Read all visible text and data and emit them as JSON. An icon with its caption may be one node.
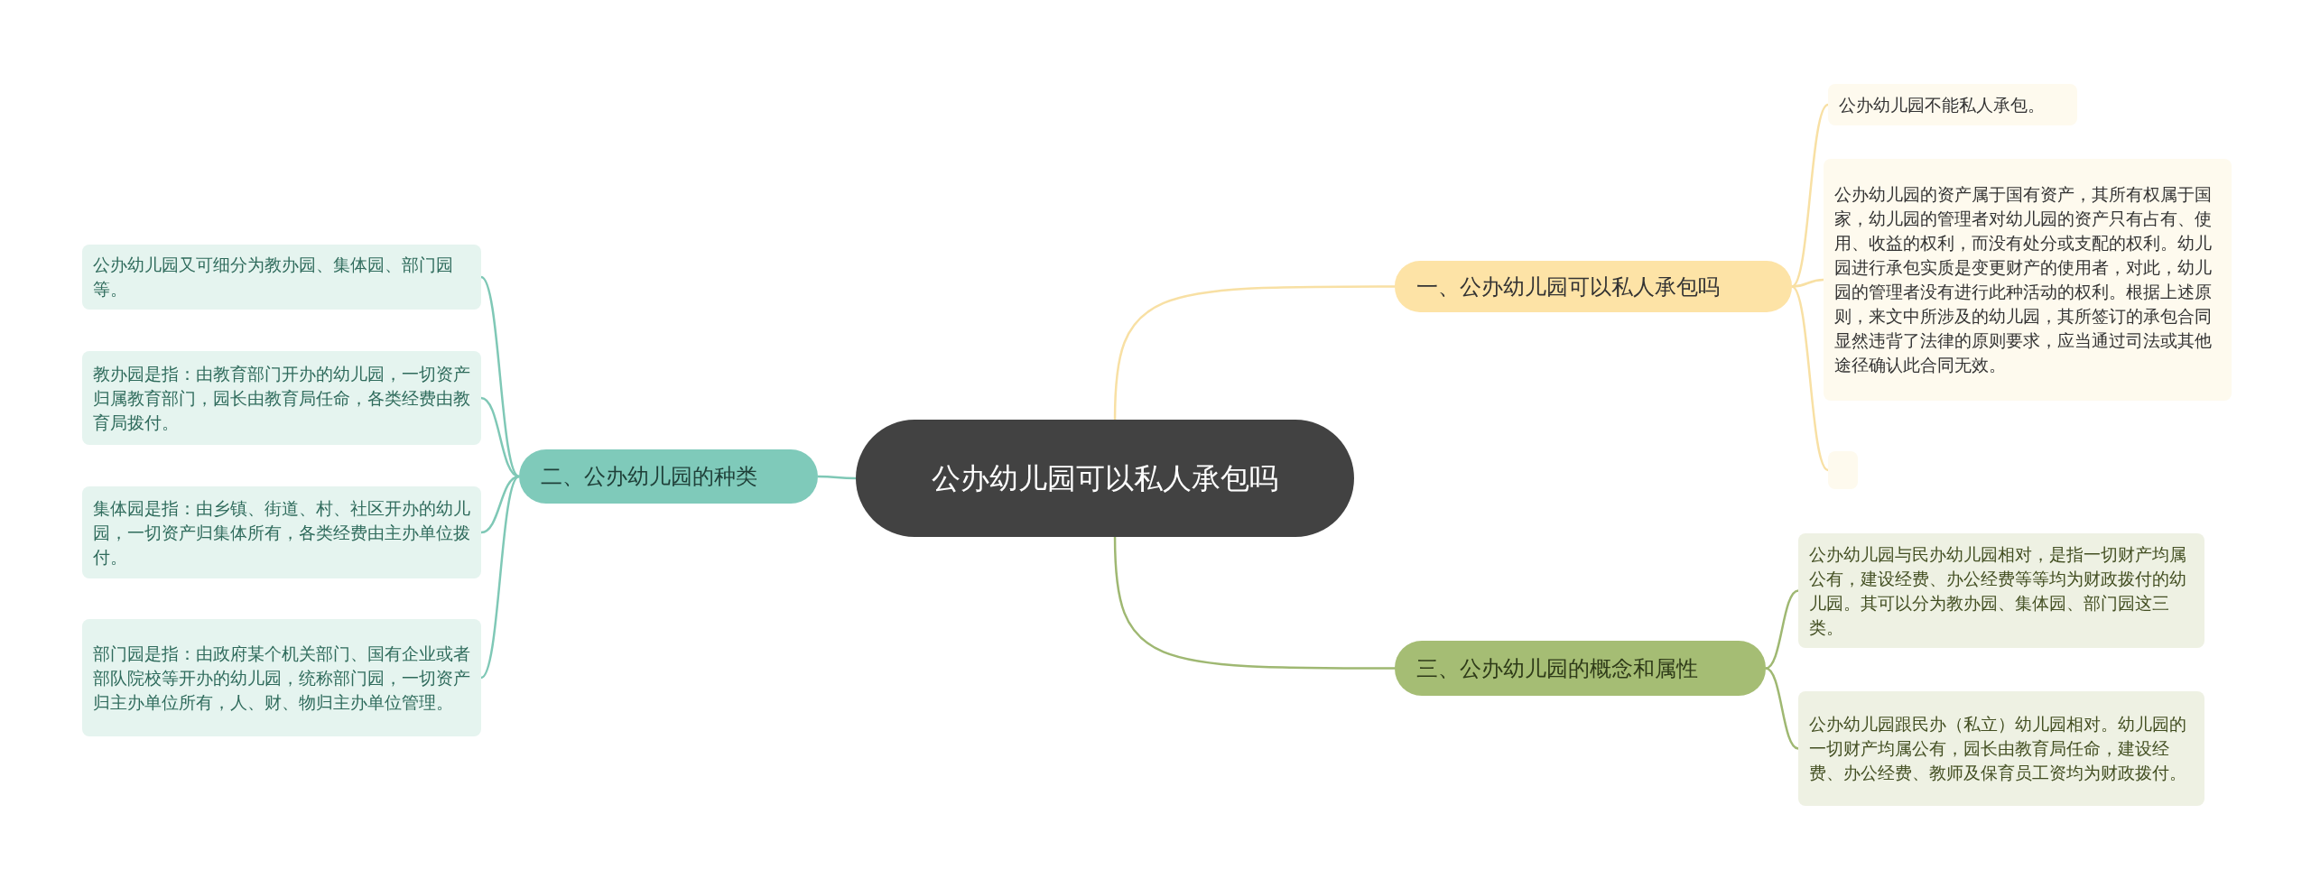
{
  "diagram": {
    "nodes": [
      {
        "text": [
          "公办幼儿园可以私人承包吗"
        ]
      },
      {
        "text": [
          "一、公办幼儿园可以私人承包吗"
        ]
      },
      {
        "text": [
          "公办幼儿园不能私人承包。"
        ]
      },
      {
        "text": [
          "公办幼儿园的资产属于国有资产，其所有权属于国家，幼儿园的管理者对幼儿园的资产只有占有、使用、收益的权利，而没有处分或支配的权利。幼儿园进行承包实质是变更财产的使用者，对此，幼儿园的管理者没有进行此种活动的权利。根据上述原则，来文中所涉及的幼儿园，其所签订的承包合同显然违背了法律的原则要求，应当通过司法或其他途径确认此合同无效。"
        ]
      },
      {
        "text": [],
        "shape": "box"
      },
      {
        "text": [
          "二、公办幼儿园的种类"
        ]
      },
      {
        "text": [
          "公办幼儿园又可细分为教办园、集体园、部门园等。"
        ]
      },
      {
        "text": [
          "教办园是指：由教育部门开办的幼儿园，一切资产归属教育部门，园长由教育局任命，各类经费由教育局拨付。"
        ]
      },
      {
        "text": [
          "集体园是指：由乡镇、街道、村、社区开办的幼儿园，一切资产归集体所有，各类经费由主办单位拨付。"
        ]
      },
      {
        "text": [
          "部门园是指：由政府某个机关部门、国有企业或者部队院校等开办的幼儿园，统称部门园，一切资产归主办单位所有，人、财、物归主办单位管理。"
        ]
      },
      {
        "text": [
          "三、公办幼儿园的概念和属性"
        ]
      },
      {
        "text": [
          "公办幼儿园与民办幼儿园相对，是指一切财产均属公有，建设经费、办公经费等等均为财政拨付的幼儿园。其可以分为教办园、集体园、部门园这三类。"
        ]
      },
      {
        "text": [
          "公办幼儿园跟民办（私立）幼儿园相对。幼儿园的一切财产均属公有，园长由教育局任命，建设经费、办公经费、教师及保育员工资均为财政拨付。"
        ]
      }
    ],
    "edges": [
      {
        "from": 0,
        "to": 1,
        "arrow": "none",
        "color": "#f8e0a4"
      },
      {
        "from": 1,
        "to": 2,
        "arrow": "none",
        "color": "#f8e0a4"
      },
      {
        "from": 1,
        "to": 3,
        "arrow": "none",
        "color": "#f8e0a4"
      },
      {
        "from": 1,
        "to": 4,
        "arrow": "none",
        "color": "#f8e0a4"
      },
      {
        "from": 0,
        "to": 5,
        "arrow": "none",
        "color": "#7fc8b6"
      },
      {
        "from": 5,
        "to": 6,
        "arrow": "none",
        "color": "#7fc8b6"
      },
      {
        "from": 5,
        "to": 7,
        "arrow": "none",
        "color": "#7fc8b6"
      },
      {
        "from": 5,
        "to": 8,
        "arrow": "none",
        "color": "#7fc8b6"
      },
      {
        "from": 5,
        "to": 9,
        "arrow": "none",
        "color": "#7fc8b6"
      },
      {
        "from": 0,
        "to": 10,
        "arrow": "none",
        "color": "#9fb872"
      },
      {
        "from": 10,
        "to": 11,
        "arrow": "none",
        "color": "#9fb872"
      },
      {
        "from": 10,
        "to": 12,
        "arrow": "none",
        "color": "#9fb872"
      }
    ]
  }
}
